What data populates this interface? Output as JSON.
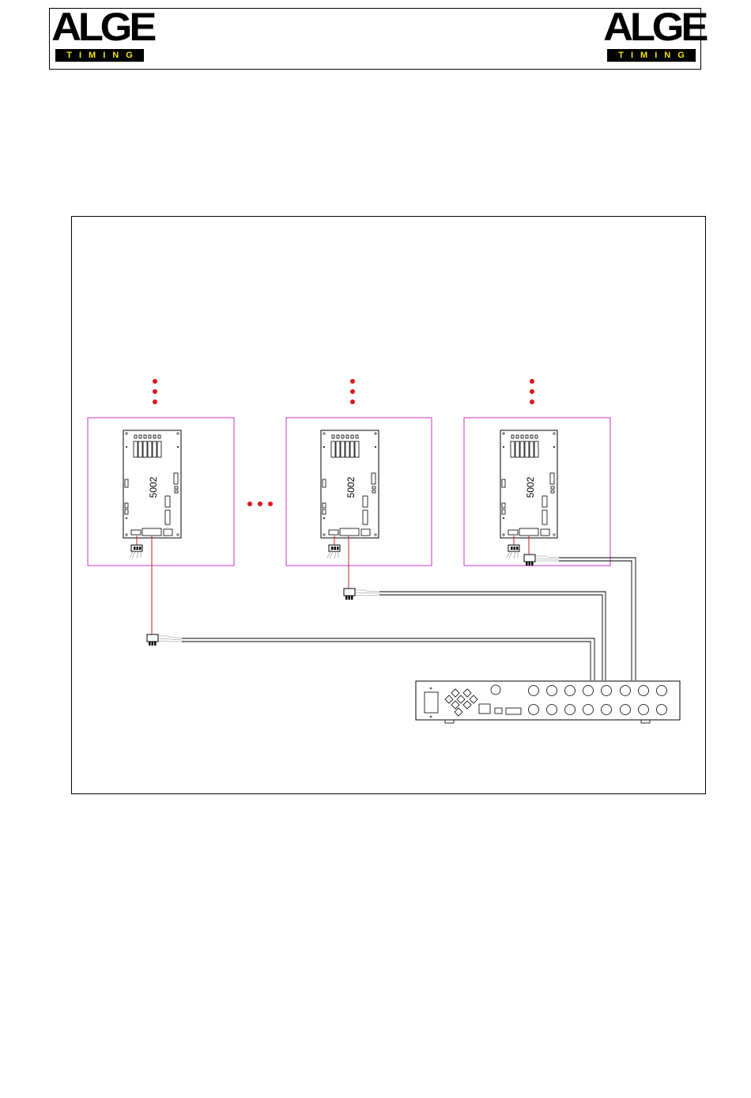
{
  "header": {
    "logo_left": {
      "word": "ALGE",
      "sub": "TIMING"
    },
    "logo_right": {
      "word": "ALGE",
      "sub": "TIMING"
    }
  },
  "diagram": {
    "boards": [
      {
        "label": "5002"
      },
      {
        "label": "5002"
      },
      {
        "label": "5002"
      }
    ]
  },
  "colors": {
    "frame": "#cc33cc",
    "dots": "#e0141e",
    "cable_red": "#cc2222",
    "logo_yellow": "#f2e600"
  }
}
